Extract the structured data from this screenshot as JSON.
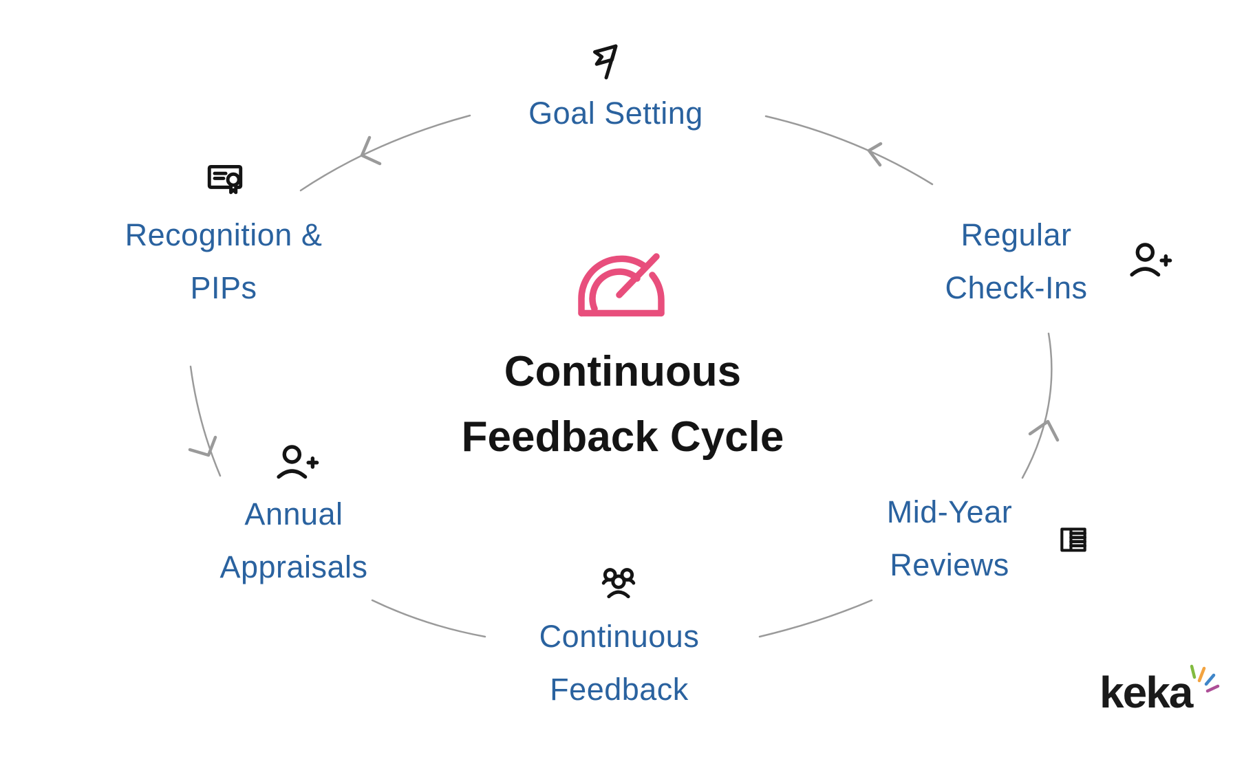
{
  "title": {
    "line1": "Continuous",
    "line2": "Feedback Cycle"
  },
  "center": {
    "icon": "gauge-icon",
    "accent_color": "#e84e7c"
  },
  "nodes": [
    {
      "id": "goal-setting",
      "icon": "flag-icon",
      "label_lines": [
        "Goal Setting"
      ]
    },
    {
      "id": "recognition-pips",
      "icon": "certificate-icon",
      "label_lines": [
        "Recognition &",
        "PIPs"
      ]
    },
    {
      "id": "regular-check-ins",
      "icon": "user-plus-icon",
      "label_lines": [
        "Regular",
        "Check-Ins"
      ]
    },
    {
      "id": "mid-year-reviews",
      "icon": "table-icon",
      "label_lines": [
        "Mid-Year",
        "Reviews"
      ]
    },
    {
      "id": "continuous-feedback",
      "icon": "people-group-icon",
      "label_lines": [
        "Continuous",
        "Feedback"
      ]
    },
    {
      "id": "annual-appraisals",
      "icon": "user-plus-icon",
      "label_lines": [
        "Annual",
        "Appraisals"
      ]
    }
  ],
  "logo": {
    "text": "keka",
    "spark_colors": [
      "#82bb40",
      "#f2a340",
      "#3f86c9",
      "#ad4f97"
    ]
  },
  "colors": {
    "label_blue": "#2a629f",
    "arc_gray": "#9a9a9a",
    "icon_black": "#141414",
    "accent_pink": "#e84e7c",
    "title_black": "#141414"
  }
}
